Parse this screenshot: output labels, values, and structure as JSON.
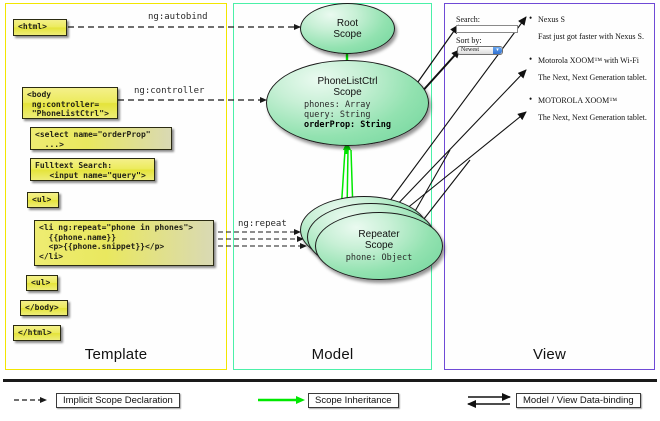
{
  "panels": [
    {
      "key": "template",
      "title": "Template",
      "border_color": "#f2e600"
    },
    {
      "key": "model",
      "title": "Model",
      "border_color": "#4bf0a8"
    },
    {
      "key": "view",
      "title": "View",
      "border_color": "#6f4ad6"
    }
  ],
  "template": {
    "boxes": [
      {
        "name": "html-open-tag",
        "text": "<html>"
      },
      {
        "name": "body-controller-tag",
        "text": "<body\n ng:controller=\n \"PhoneListCtrl\">"
      },
      {
        "name": "select-orderprop-tag",
        "text": "<select name=\"orderProp\"\n  ...>"
      },
      {
        "name": "fulltext-search-input",
        "text": "Fulltext Search:\n   <input name=\"query\">"
      },
      {
        "name": "ul-open-tag",
        "text": "<ul>"
      },
      {
        "name": "li-ngrepeat-block",
        "text": "<li ng:repeat=\"phone in phones\">\n  {{phone.name}}\n  <p>{{phone.snippet}}</p>\n</li>"
      },
      {
        "name": "ul-close-tag",
        "text": "<ul>"
      },
      {
        "name": "body-close-tag",
        "text": "</body>"
      },
      {
        "name": "html-close-tag",
        "text": "</html>"
      }
    ]
  },
  "model": {
    "scopes": [
      {
        "name": "root-scope",
        "title": "Root\nScope",
        "props": ""
      },
      {
        "name": "phonelistctrl-scope",
        "title": "PhoneListCtrl\nScope",
        "props_plain": "phones: Array\nquery: String",
        "props_bold": "orderProp: String"
      },
      {
        "name": "repeater-scope",
        "title": "Repeater\nScope",
        "props_plain": "phone: Object"
      }
    ]
  },
  "view": {
    "search_label": "Search:",
    "search_value": "",
    "sort_label": "Sort by:",
    "sort_selected": "Newest",
    "phones": [
      {
        "name": "Nexus S",
        "snippet": "Fast just got faster with Nexus S."
      },
      {
        "name": "Motorola XOOM™ with Wi-Fi",
        "snippet": "The Next, Next Generation tablet."
      },
      {
        "name": "MOTOROLA XOOM™",
        "snippet": "The Next, Next Generation tablet."
      }
    ]
  },
  "connectors": [
    {
      "name": "ng-autobind-label",
      "text": "ng:autobind"
    },
    {
      "name": "ng-controller-label",
      "text": "ng:controller"
    },
    {
      "name": "ng-repeat-label",
      "text": "ng:repeat"
    }
  ],
  "legend": [
    {
      "name": "legend-implicit-scope-declaration",
      "label": "Implicit Scope Declaration",
      "style": "dashed-arrow",
      "color": "#1a1a1a"
    },
    {
      "name": "legend-scope-inheritance",
      "label": "Scope Inheritance",
      "style": "green-arrow",
      "color": "#00e000"
    },
    {
      "name": "legend-model-view-databinding",
      "label": "Model / View Data-binding",
      "style": "double-arrow",
      "color": "#1a1a1a"
    }
  ]
}
